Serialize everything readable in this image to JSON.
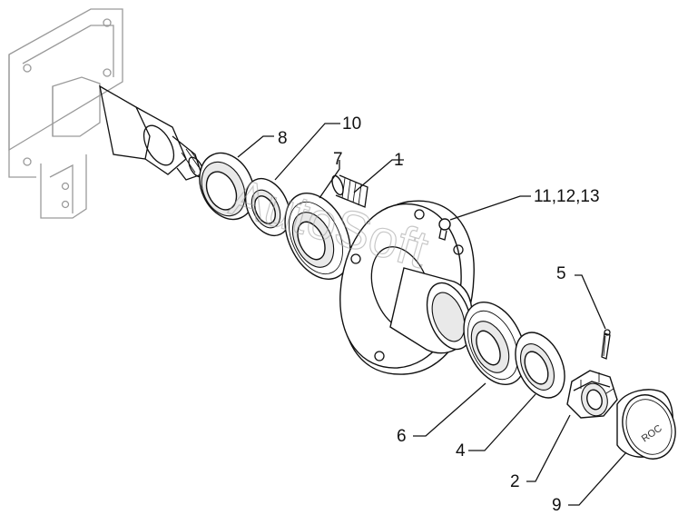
{
  "diagram": {
    "watermark": "AutoSoft",
    "callouts": [
      {
        "id": "8",
        "text": "8"
      },
      {
        "id": "10",
        "text": "10"
      },
      {
        "id": "7",
        "text": "7"
      },
      {
        "id": "1",
        "text": "1"
      },
      {
        "id": "11-12-13",
        "text": "11,12,13"
      },
      {
        "id": "5",
        "text": "5"
      },
      {
        "id": "6",
        "text": "6"
      },
      {
        "id": "4",
        "text": "4"
      },
      {
        "id": "2",
        "text": "2"
      },
      {
        "id": "9",
        "text": "9"
      }
    ],
    "cap_logo": "ROC"
  }
}
